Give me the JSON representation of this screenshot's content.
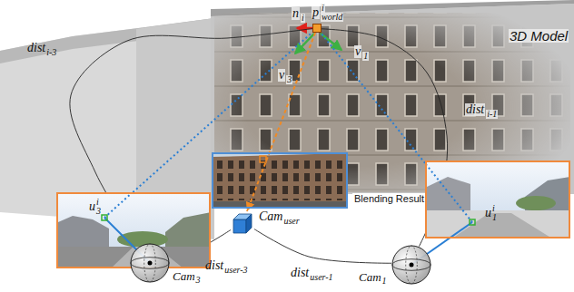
{
  "diagram": {
    "nodes": [
      {
        "text": [
          "3D Model"
        ]
      },
      {
        "text": [
          "p",
          "i",
          "world"
        ],
        "in": 0
      },
      {
        "text": [
          "Blending Result"
        ]
      },
      {
        "text": [
          "u",
          "i",
          "3"
        ]
      },
      {
        "text": [
          "Cam",
          "3"
        ]
      },
      {
        "text": [
          "Cam",
          "user"
        ]
      },
      {
        "text": [
          "u",
          "i",
          "1"
        ]
      },
      {
        "text": [
          "Cam",
          "1"
        ]
      }
    ],
    "edges": [
      {
        "from": 4,
        "to": 1,
        "arrow": "none"
      },
      {
        "from": 7,
        "to": 1,
        "arrow": "none"
      },
      {
        "from": 3,
        "to": 1,
        "arrow": "none"
      },
      {
        "from": 6,
        "to": 1,
        "arrow": "none"
      },
      {
        "from": 1,
        "to": 5,
        "arrow": "to"
      },
      {
        "from": 5,
        "to": 4,
        "arrow": "none"
      },
      {
        "from": 5,
        "to": 7,
        "arrow": "none"
      }
    ],
    "labels": [
      "n",
      "i",
      "v",
      "3",
      "v",
      "1",
      "dist",
      "i-3",
      "dist",
      "i-1",
      "dist",
      "user-3",
      "dist",
      "user-1"
    ]
  }
}
